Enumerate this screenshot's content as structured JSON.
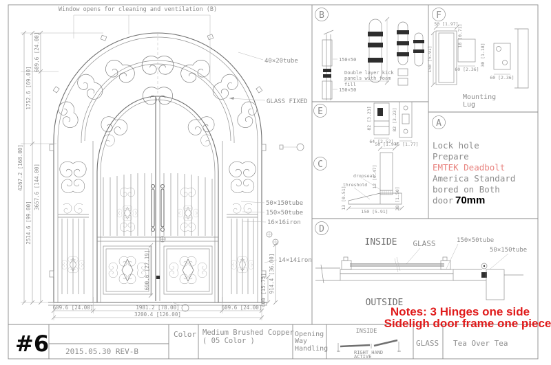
{
  "page": {
    "number": "#6",
    "revision": "2015.05.30 REV-B"
  },
  "colors": {
    "note_red": "#e01b1b",
    "cad_red": "#e8837f",
    "cad_gray": "#8c8c8c"
  },
  "main": {
    "top_note": "Window opens for cleaning and ventilation (B)",
    "left_dims": [
      "609.6 [24.00]",
      "1752.6 [69.00]",
      "2514.6 [99.00]",
      "3657.6 [144.00]",
      "4267.2 [168.00]"
    ],
    "bottom_dims": [
      "609.6 [24.00]",
      "1981.2 [78.00]",
      "609.6 [24.00]",
      "3200.4 [126.00]"
    ],
    "panel_dim": "690.6 [27.19]",
    "right_dims": [
      "914.4 [36.00]",
      "400 [15.75]"
    ],
    "callouts": [
      "40×20tube",
      "GLASS FIXED",
      "50×150tube",
      "150×50tube",
      "16×16iron",
      "14×14iron"
    ]
  },
  "sections": {
    "b": {
      "label": "B",
      "tube1": "150×50",
      "tube2": "150×50",
      "note_line1": "Double layer kick",
      "note_line2": "panels with foam",
      "note_line3": "fill"
    },
    "f": {
      "label": "F",
      "title_line1": "Mounting",
      "title_line2": "Lug",
      "dims": [
        "50 [1.97]",
        "18 [0.71]",
        "150 [5.91]",
        "60 [2.36]",
        "30 [1.18]",
        "60 [2.36]"
      ]
    },
    "e": {
      "label": "E",
      "dims": [
        "82 [3.23]",
        "82 [3.23]",
        "64 [2.52]",
        "45 [1.77]"
      ]
    },
    "c": {
      "label": "C",
      "top_dim": "50 [1.97]",
      "dropseal": "dropseal",
      "threshold": "threshold",
      "dims": [
        "12 [0.47]",
        "13 [0.51]",
        "38 [1.50]",
        "150 [5.91]"
      ]
    },
    "a": {
      "label": "A",
      "line1": "Lock hole",
      "line2": "Prepare",
      "line3": "EMTEK  Deadbolt",
      "line4": "America Standard",
      "line5": "bored on Both",
      "line6": "door",
      "line6_bold": "70mm"
    },
    "d": {
      "label": "D",
      "inside": "INSIDE",
      "outside": "OUTSIDE",
      "glass": "GLASS",
      "tube1": "150×50tube",
      "tube2": "50×150tube"
    }
  },
  "notes": {
    "line1": "Notes:  3 Hinges one side",
    "line2": "Sideligh door frame one piece"
  },
  "title_block": {
    "color_label": "Color",
    "color_value_line1": "Medium Brushed Copper",
    "color_value_line2": "( 05 Color )",
    "opening_line1": "Opening",
    "opening_line2": "Way",
    "opening_line3": "Handling",
    "inside_label": "INSIDE",
    "active_line1": "RIGHT HAND",
    "active_line2": "ACTIVE",
    "glass_label": "GLASS",
    "glass_value": "Tea Over Tea"
  }
}
